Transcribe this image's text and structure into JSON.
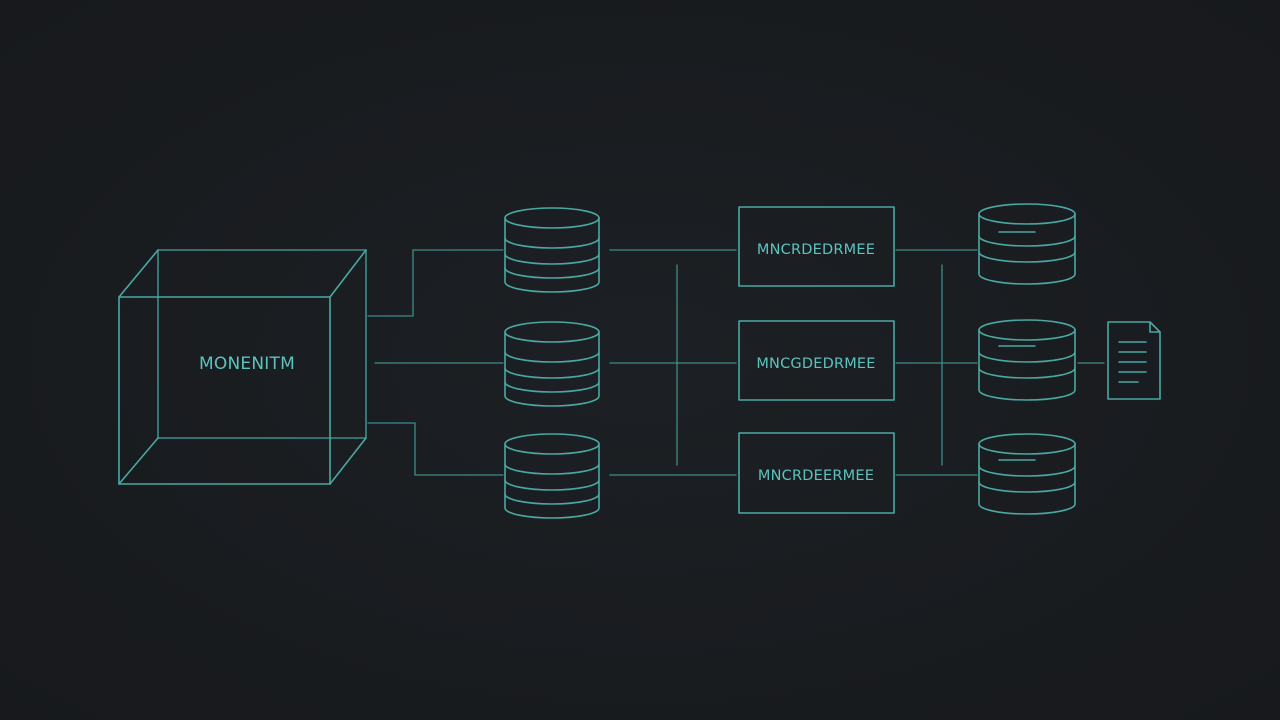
{
  "colors": {
    "background": "#1a1d21",
    "stroke": "#4aa8a3",
    "stroke_dim": "#3d8c88",
    "text": "#5cc3bd"
  },
  "source_box": {
    "label": "MONENITM"
  },
  "databases_stage1": [
    {
      "name": "database-1"
    },
    {
      "name": "database-2"
    },
    {
      "name": "database-3"
    }
  ],
  "process_boxes": [
    {
      "label": "MNCRDEDRMEE"
    },
    {
      "label": "MNCGDEDRMEE"
    },
    {
      "label": "MNCRDEERMEE"
    }
  ],
  "databases_stage2": [
    {
      "name": "database-4"
    },
    {
      "name": "database-5"
    },
    {
      "name": "database-6"
    }
  ],
  "output": {
    "icon": "document-icon"
  }
}
